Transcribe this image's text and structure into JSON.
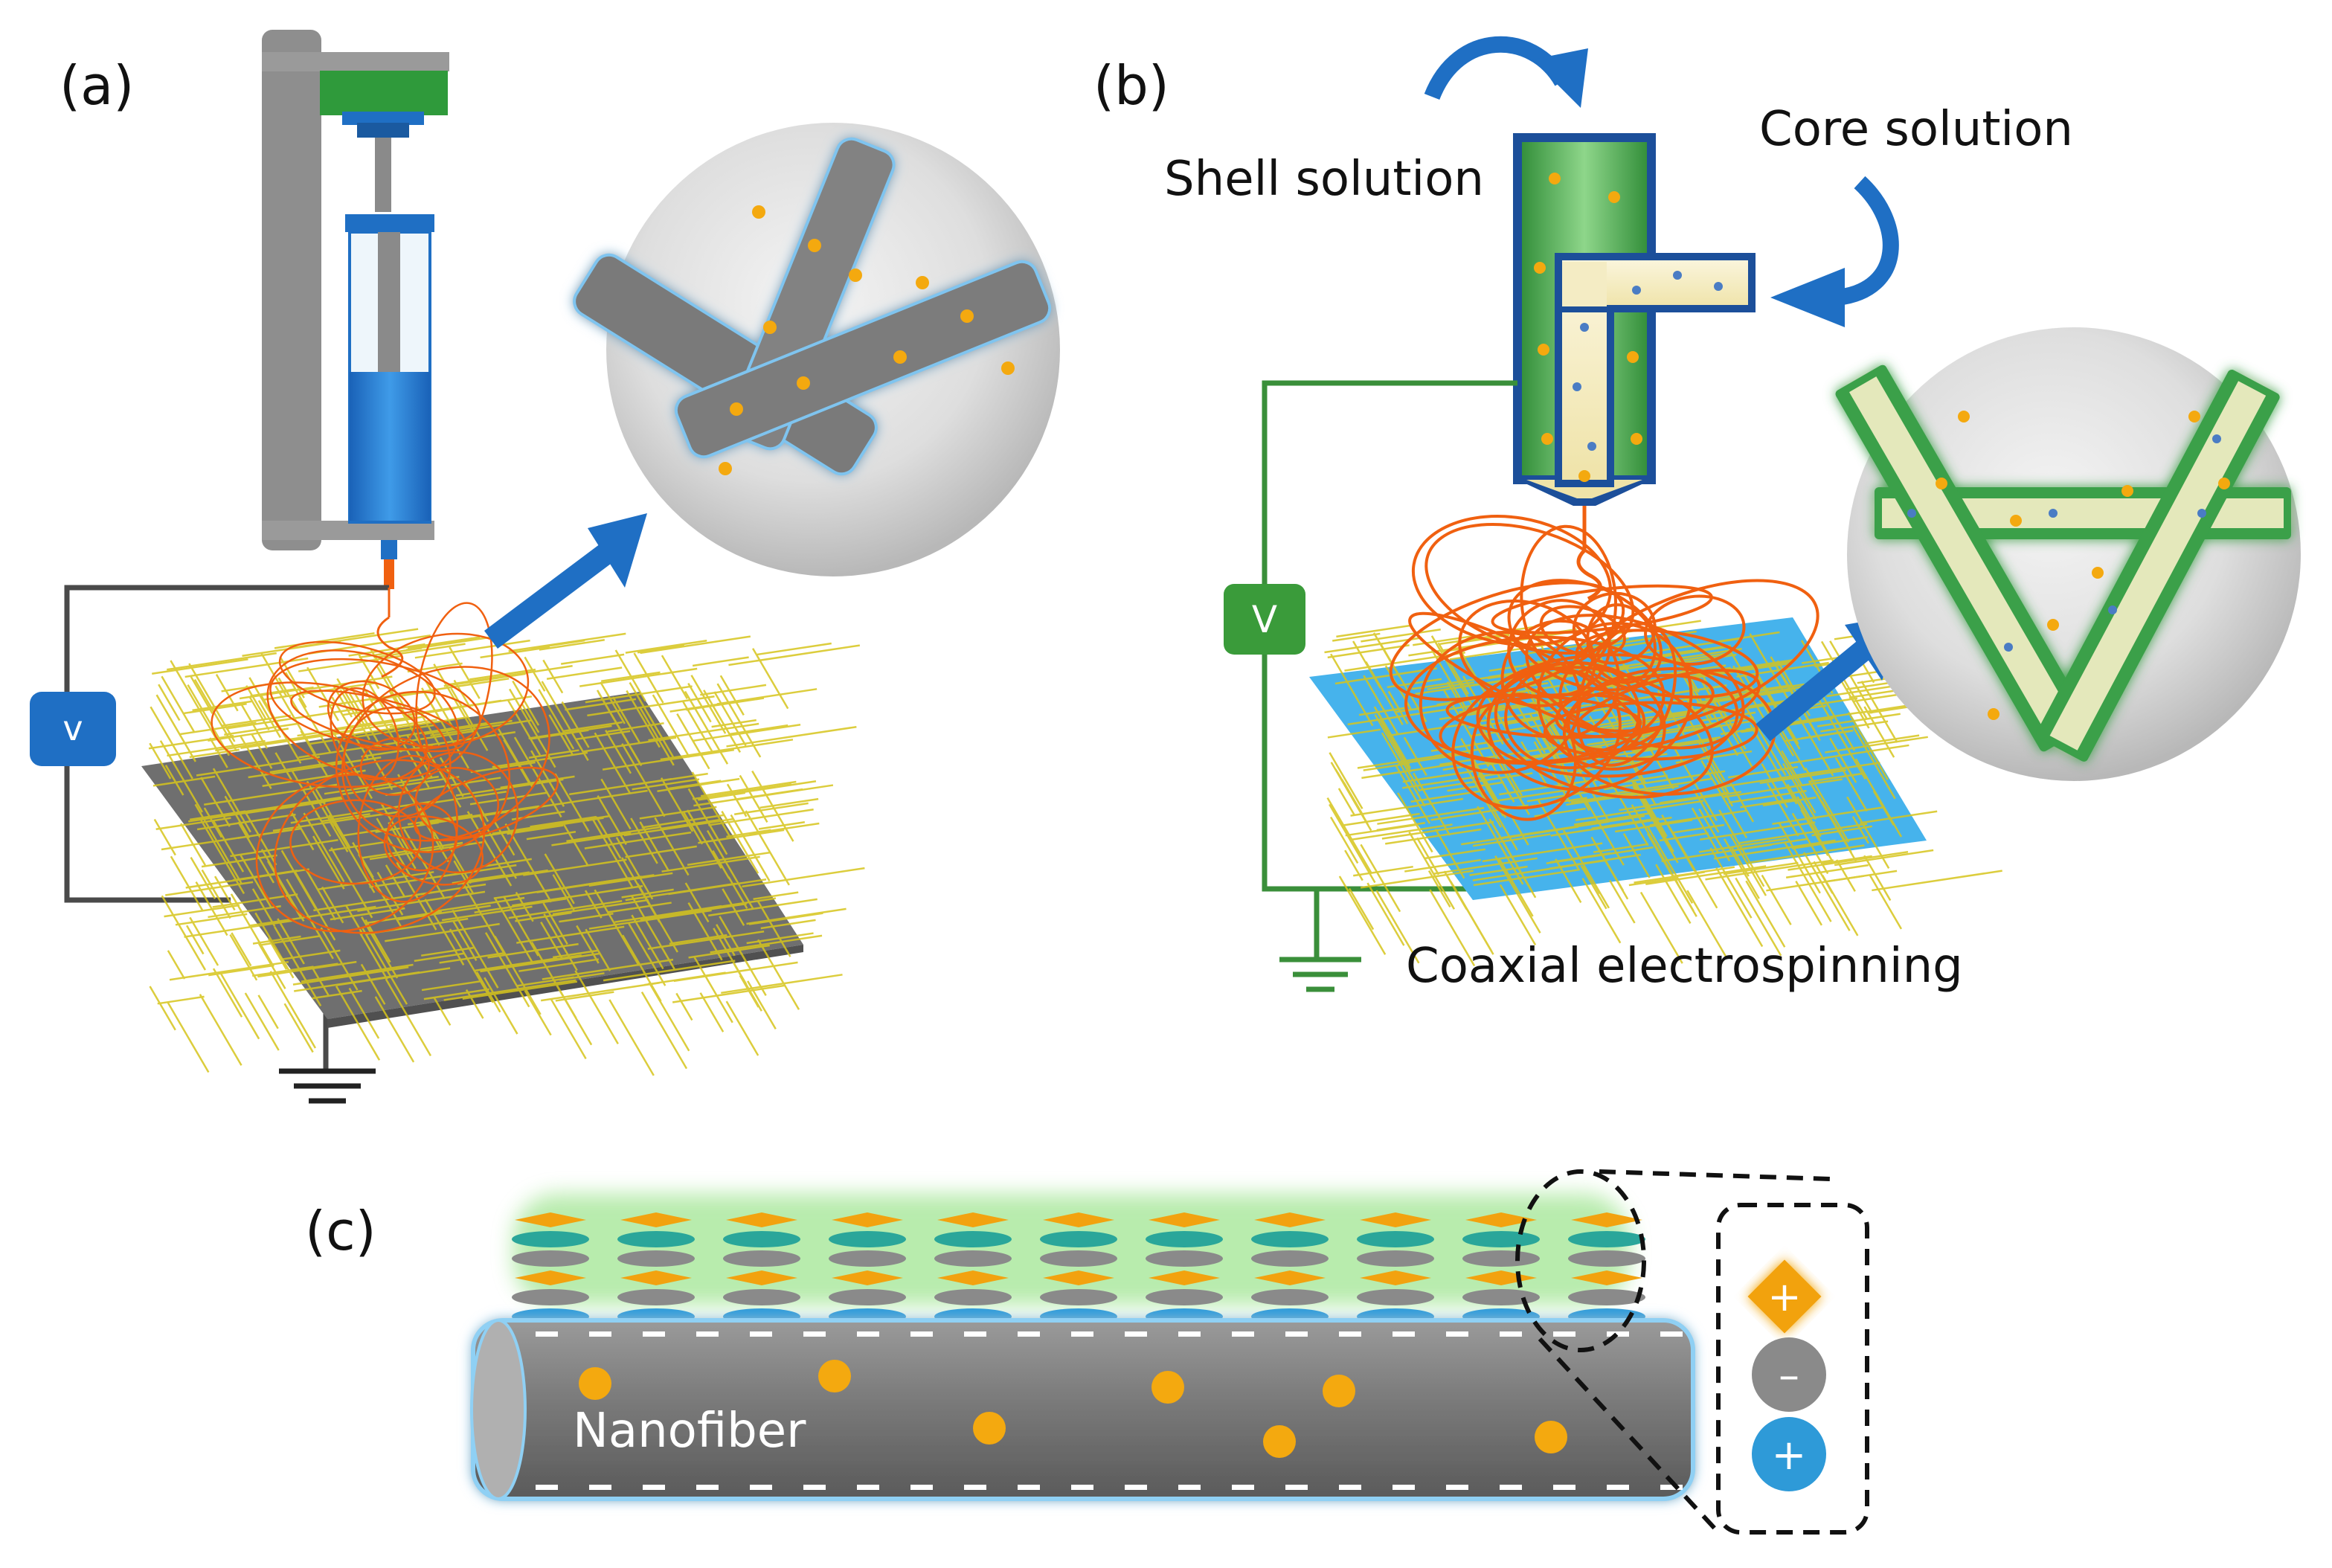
{
  "panels": {
    "a": {
      "label": "(a)",
      "voltage_label": "v"
    },
    "b": {
      "label": "(b)",
      "voltage_label": "V",
      "shell_solution": "Shell solution",
      "core_solution": "Core solution",
      "caption": "Coaxial electrospinning"
    },
    "c": {
      "label": "(c)",
      "fiber_label": "Nanofiber",
      "charges": {
        "top": "+",
        "middle": "–",
        "bottom": "+"
      }
    }
  },
  "colors": {
    "frame_gray": "#8e8e8e",
    "syringe_blue": "#1f6fc4",
    "pump_green": "#2f9a3b",
    "wire_dark": "#4a4a4a",
    "wire_green": "#3a8f3a",
    "collector_gray": "#6f6f6f",
    "collector_blue": "#46b3ec",
    "jet_orange": "#f06010",
    "fiber_yellow": "#d7c51c",
    "dot_orange": "#f4a90f",
    "shell_green": "#3aa04a",
    "core_cream": "#f7efc8",
    "arrow_blue": "#1f6fc4",
    "nanofiber_gray": "#808080",
    "layer_orange": "#f2a20f",
    "layer_teal": "#2aa69a",
    "layer_gray": "#8a8a8a",
    "layer_blue": "#2e9ad8"
  }
}
